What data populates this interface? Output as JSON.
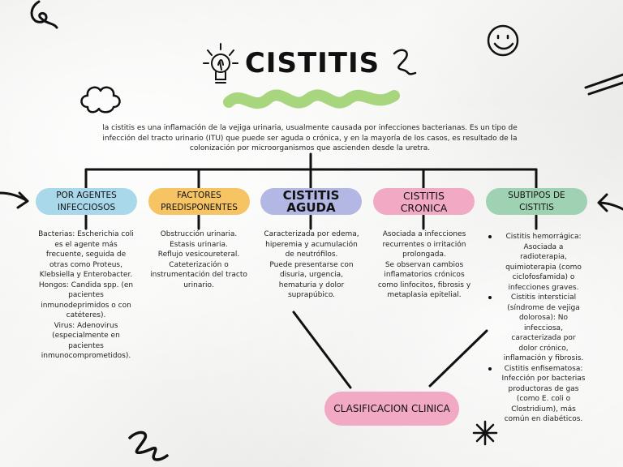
{
  "title": "CISTITIS",
  "intro": "la cistitis es una inflamación de la vejiga urinaria, usualmente causada por infecciones bacterianas. Es un tipo de infección del tracto urinario (ITU) que puede ser aguda o crónica, y en la mayoría de los casos, es resultado de la colonización por microorganismos que ascienden desde la uretra.",
  "colors": {
    "blue": "#a8d8ea",
    "orange": "#f6c463",
    "lavender": "#b3b7e3",
    "pink": "#f2a9c4",
    "green": "#9fd1b3",
    "accent_green": "#a8d67e"
  },
  "categories": [
    {
      "label": "POR AGENTES INFECCIOSOS",
      "color": "blue",
      "lines": [
        "Bacterias: Escherichia coli",
        "es el agente más",
        "frecuente, seguida de",
        "otras como Proteus,",
        "Klebsiella y Enterobacter.",
        "Hongos: Candida spp. (en",
        "pacientes",
        "inmunodeprimidos o con",
        "catéteres).",
        "Virus: Adenovirus",
        "(especialmente en",
        "pacientes",
        "inmunocomprometidos)."
      ]
    },
    {
      "label": "FACTORES PREDISPONENTES",
      "color": "orange",
      "lines": [
        "Obstrucción urinaria.",
        "Estasis urinaria.",
        "Reflujo vesicoureteral.",
        "Cateterización o",
        "instrumentación del tracto",
        "urinario."
      ]
    },
    {
      "label": "CISTITIS AGUDA",
      "color": "lavender",
      "lines": [
        "Caracterizada por edema,",
        "hiperemia y acumulación",
        "de neutrófilos.",
        "Puede presentarse con",
        "disuria, urgencia,",
        "hematuria y dolor",
        "suprapúbico."
      ]
    },
    {
      "label": "CISTITIS CRONICA",
      "color": "pink",
      "lines": [
        "Asociada a infecciones",
        "recurrentes o irritación",
        "prolongada.",
        "Se observan cambios",
        "inflamatorios crónicos",
        "como linfocitos, fibrosis y",
        "metaplasia epitelial."
      ]
    },
    {
      "label": "SUBTIPOS DE CISTITIS",
      "color": "green",
      "bullets": [
        [
          "Cistitis hemorrágica:",
          "Asociada a",
          "radioterapia,",
          "quimioterapia (como",
          "ciclofosfamida) o",
          "infecciones graves."
        ],
        [
          "Cistitis intersticial",
          "(síndrome de vejiga",
          "dolorosa): No",
          "infecciosa,",
          "caracterizada por",
          "dolor crónico,",
          "inflamación y fibrosis."
        ],
        [
          "Cistitis enfisematosa:",
          "Infección por bacterias",
          "productoras de gas",
          "(como E. coli o",
          "Clostridium), más",
          "común en diabéticos."
        ]
      ]
    }
  ],
  "classification": {
    "label": "CLASIFICACION CLINICA",
    "color": "pink"
  }
}
